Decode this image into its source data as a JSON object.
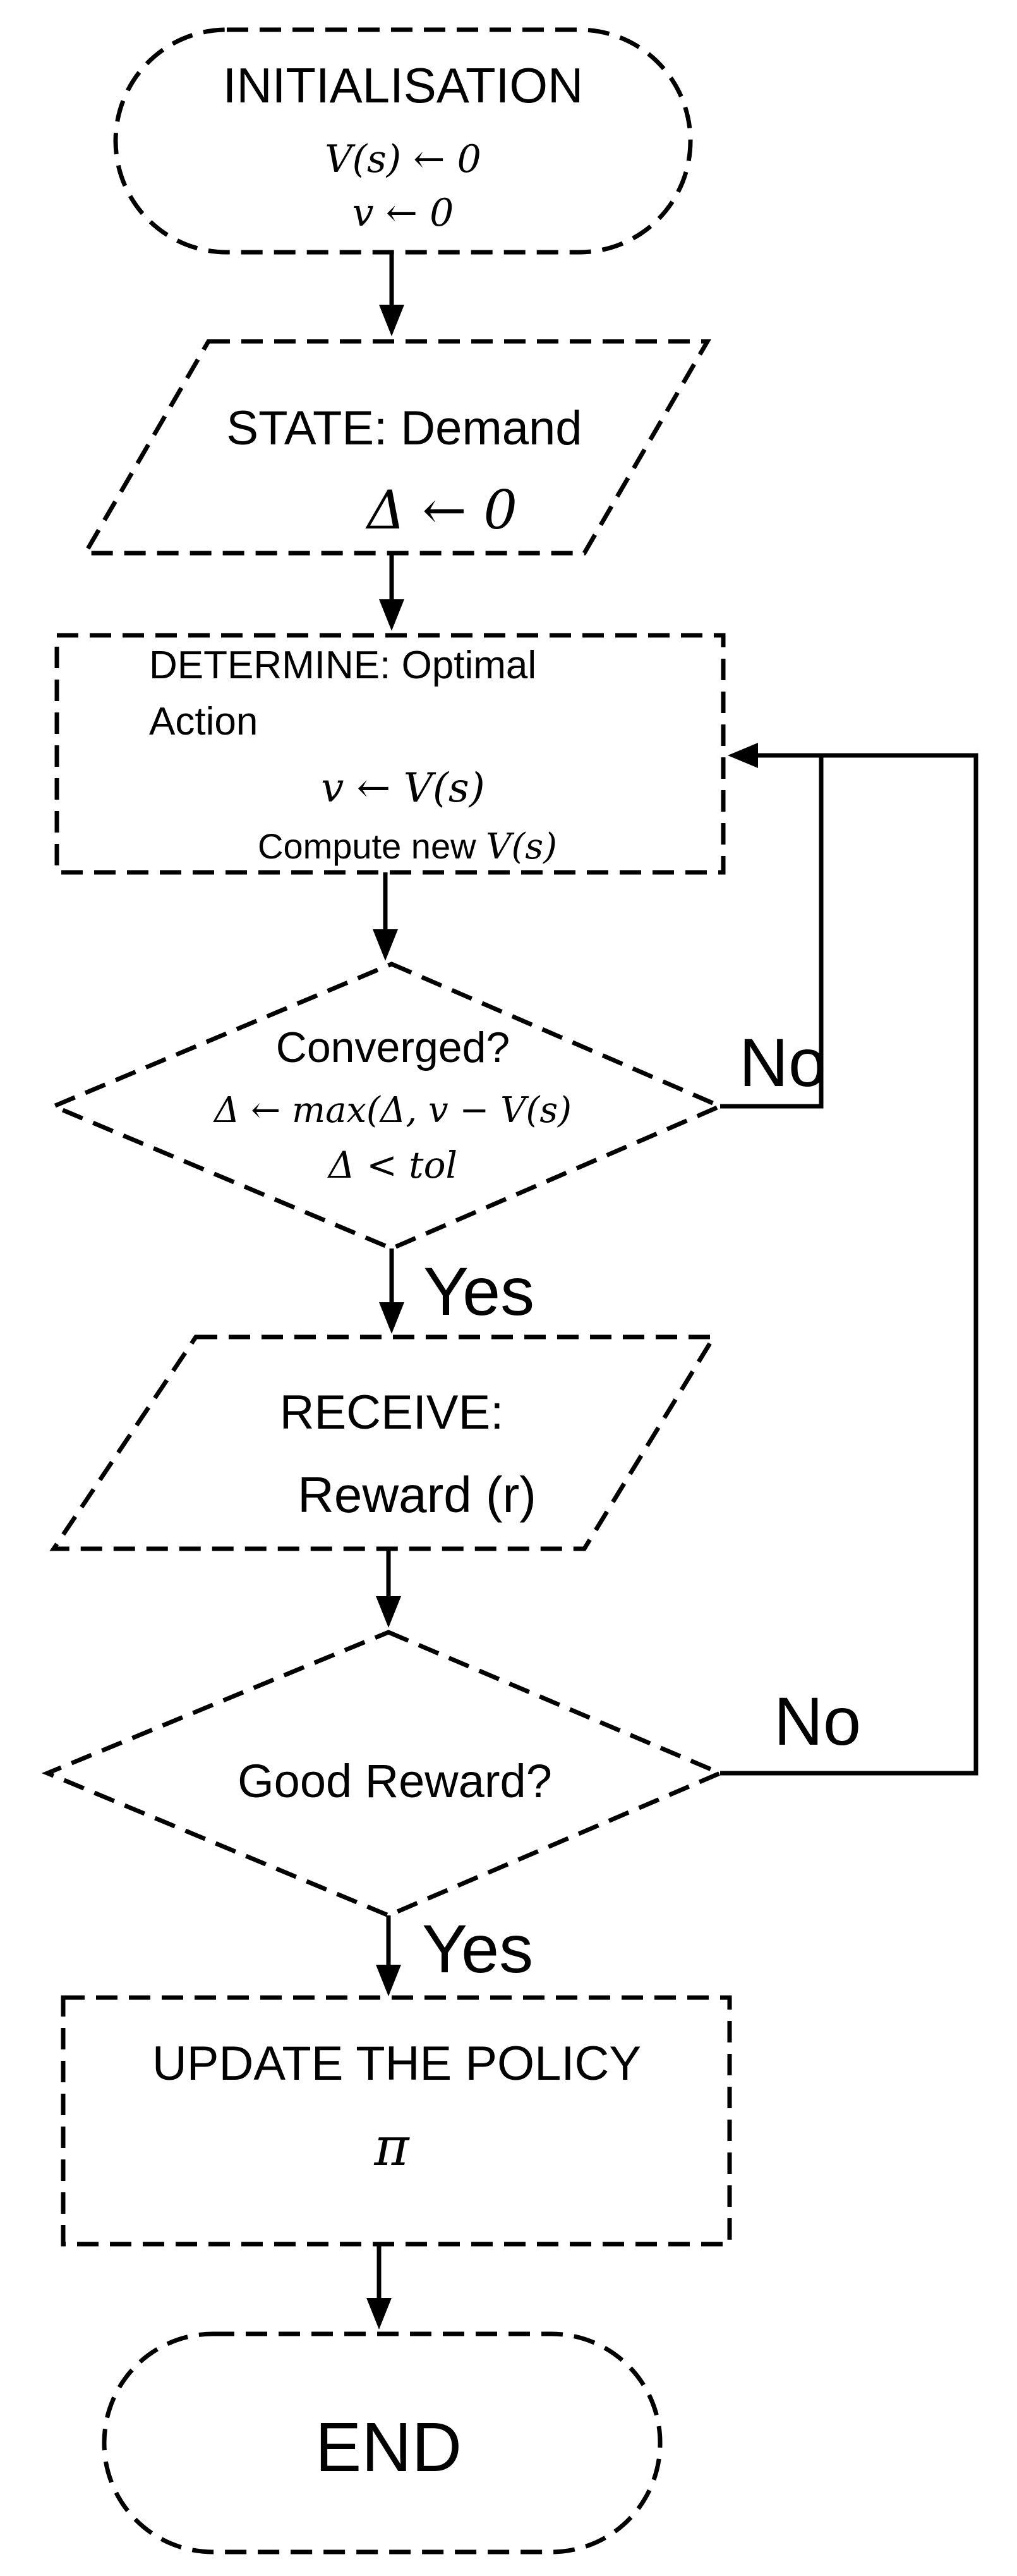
{
  "nodes": {
    "init": {
      "title": "INITIALISATION",
      "line1": "V(s) ← 0",
      "line2": "v  ← 0"
    },
    "state": {
      "title": "STATE: Demand",
      "line1": "Δ ← 0"
    },
    "determine": {
      "title_a": "DETERMINE: Optimal",
      "title_b": "Action",
      "line1": "v  ← V(s)",
      "line2_text": "Compute new ",
      "line2_math": "V(s)"
    },
    "converged": {
      "title": "Converged?",
      "line1": "Δ ← max(Δ, v − V(s)",
      "line2": "Δ < tol"
    },
    "receive": {
      "title": "RECEIVE:",
      "line1": "Reward (r)"
    },
    "good_reward": {
      "title": "Good Reward?"
    },
    "update": {
      "title": "UPDATE THE POLICY",
      "line1": "π"
    },
    "end": {
      "title": "END"
    }
  },
  "edge_labels": {
    "converged_no": "No",
    "converged_yes": "Yes",
    "reward_no": "No",
    "reward_yes": "Yes"
  }
}
